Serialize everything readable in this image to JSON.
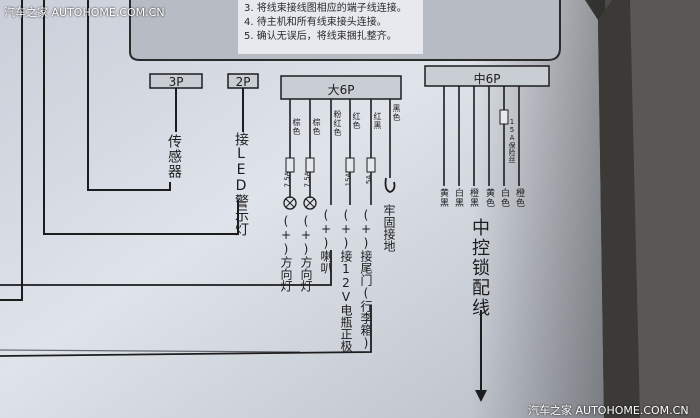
{
  "watermark": {
    "top_left": "汽车之家 AUTOHOME.COM.CN",
    "bottom_right": "汽车之家 AUTOHOME.COM.CN"
  },
  "notes": [
    "3. 将线束接线图相应的端子线连接。",
    "4. 待主机和所有线束接头连接。",
    "5. 确认无误后，将线束捆扎整齐。"
  ],
  "connectors": {
    "p3": "3P",
    "p2": "2P",
    "big6p": "大6P",
    "mid6p": "中6P"
  },
  "left_labels": {
    "sensor": "传感器",
    "led": "接LED警示灯"
  },
  "big6p_wires": [
    {
      "color": "棕色",
      "fuse": "7.5A",
      "func": "(+)方向灯"
    },
    {
      "color": "棕色",
      "fuse": "7.5A",
      "func": "(+)方向灯"
    },
    {
      "color": "粉红色",
      "fuse": "",
      "func": "(+)喇叭"
    },
    {
      "color": "红色",
      "fuse": "15A",
      "func": "(+)接12V电瓶正极"
    },
    {
      "color": "红黑",
      "fuse": "5A",
      "func": "(+)接尾门(行李箱)"
    },
    {
      "color": "黑色",
      "fuse": "",
      "func": "牢固接地"
    }
  ],
  "mid6p_wires": [
    {
      "color": "黄黑"
    },
    {
      "color": "白黑"
    },
    {
      "color": "橙黑"
    },
    {
      "color": "黄色"
    },
    {
      "color": "白色"
    },
    {
      "color": "橙色"
    }
  ],
  "mid6p_fuse": "15A保险丝",
  "mid6p_label": "中控锁配线",
  "colors": {
    "paper": "#d8dde6",
    "ink": "#1d1d1f",
    "box_fill": "#c9cdd4",
    "dark_edge": "#3f3e3b"
  }
}
